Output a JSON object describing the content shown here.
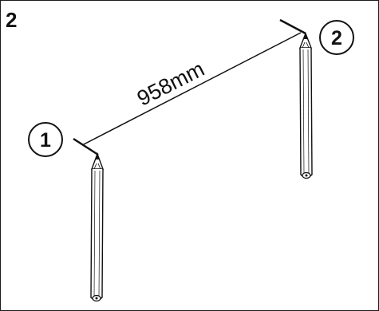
{
  "step_number": "2",
  "callouts": {
    "point_1": "1",
    "point_2": "2"
  },
  "dimension": {
    "label": "958mm"
  }
}
